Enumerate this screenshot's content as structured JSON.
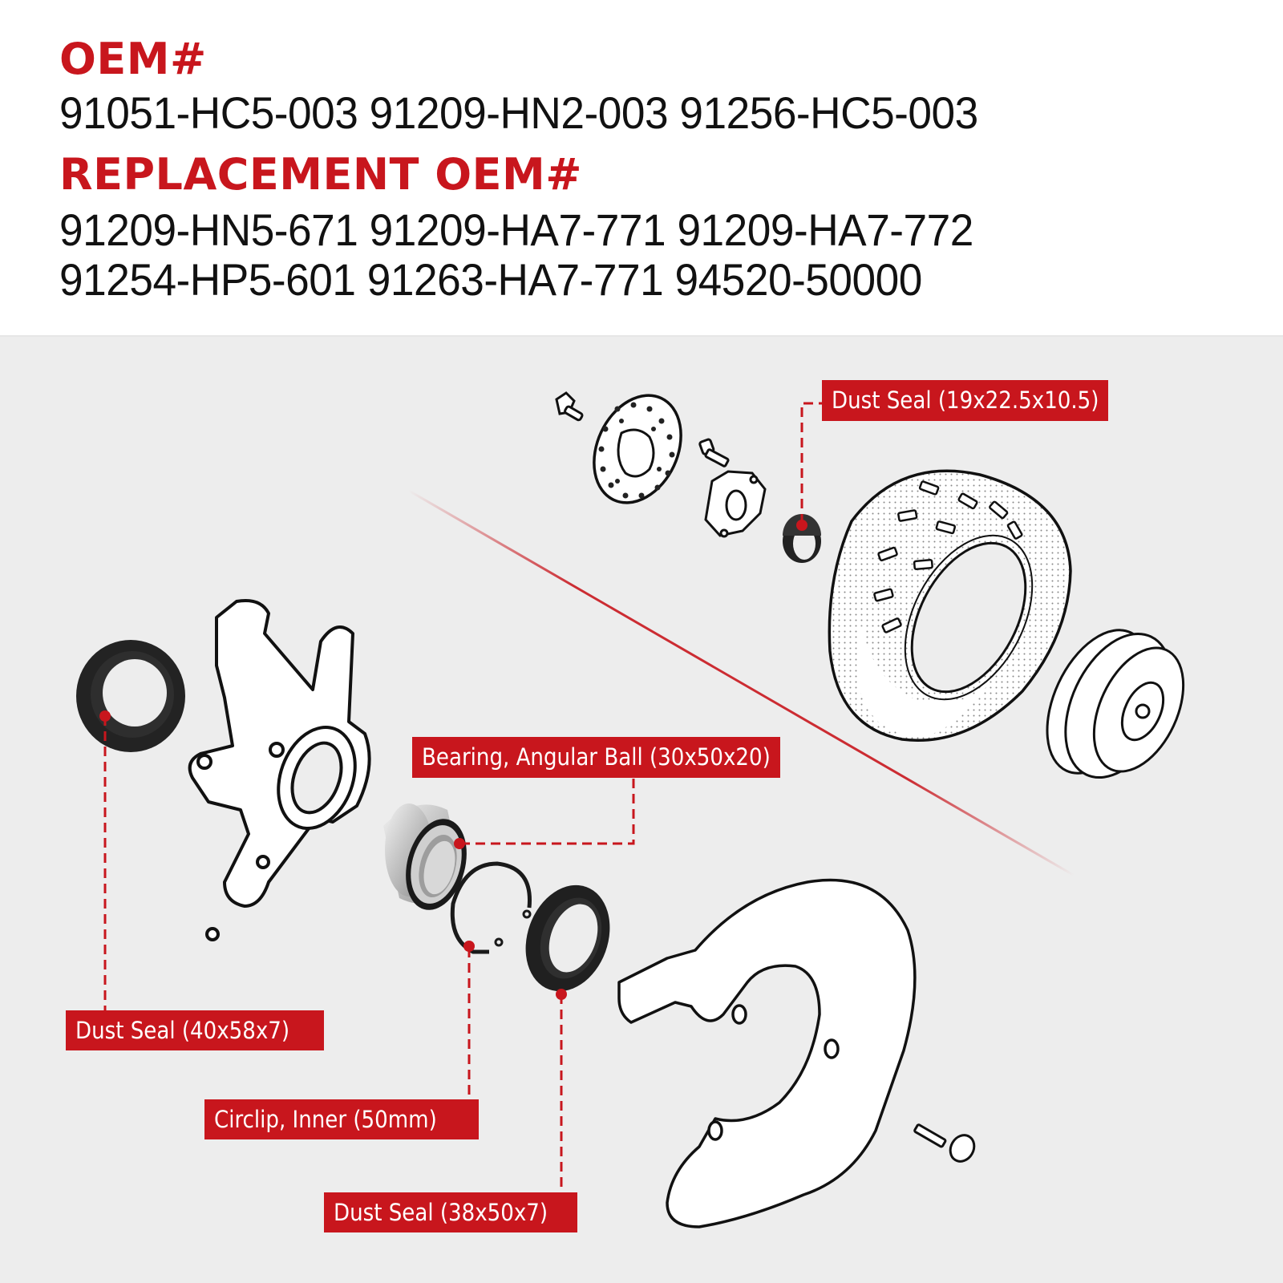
{
  "header": {
    "oem_title": "OEM#",
    "oem_numbers": [
      "91051-HC5-003",
      "91209-HN2-003",
      "91256-HC5-003"
    ],
    "oem_line": "91051-HC5-003 91209-HN2-003 91256-HC5-003",
    "replacement_title": "REPLACEMENT OEM#",
    "replacement_numbers": [
      "91209-HN5-671",
      "91209-HA7-771",
      "91209-HA7-772",
      "91254-HP5-601",
      "91263-HA7-771",
      "94520-50000"
    ],
    "replacement_line_1": "91209-HN5-671 91209-HA7-771 91209-HA7-772",
    "replacement_line_2": "91254-HP5-601 91263-HA7-771 94520-50000"
  },
  "diagram": {
    "labels": [
      {
        "id": "dust-seal-small",
        "text": "Dust Seal (19x22.5x10.5)"
      },
      {
        "id": "bearing",
        "text": "Bearing, Angular Ball (30x50x20)"
      },
      {
        "id": "dust-seal-large",
        "text": "Dust Seal (40x58x7)"
      },
      {
        "id": "circlip",
        "text": "Circlip, Inner (50mm)"
      },
      {
        "id": "dust-seal-medium",
        "text": "Dust Seal (38x50x7)"
      }
    ],
    "parts": [
      "brake-disc",
      "bolt",
      "hub",
      "dust-seal-small",
      "tire",
      "wheel-rim",
      "knuckle",
      "dust-seal-large",
      "bearing",
      "circlip",
      "dust-seal-medium",
      "brake-shield",
      "screw"
    ]
  },
  "colors": {
    "accent": "#c8161d",
    "panel_bg": "#ededed",
    "header_bg": "#ffffff",
    "text": "#111111"
  }
}
